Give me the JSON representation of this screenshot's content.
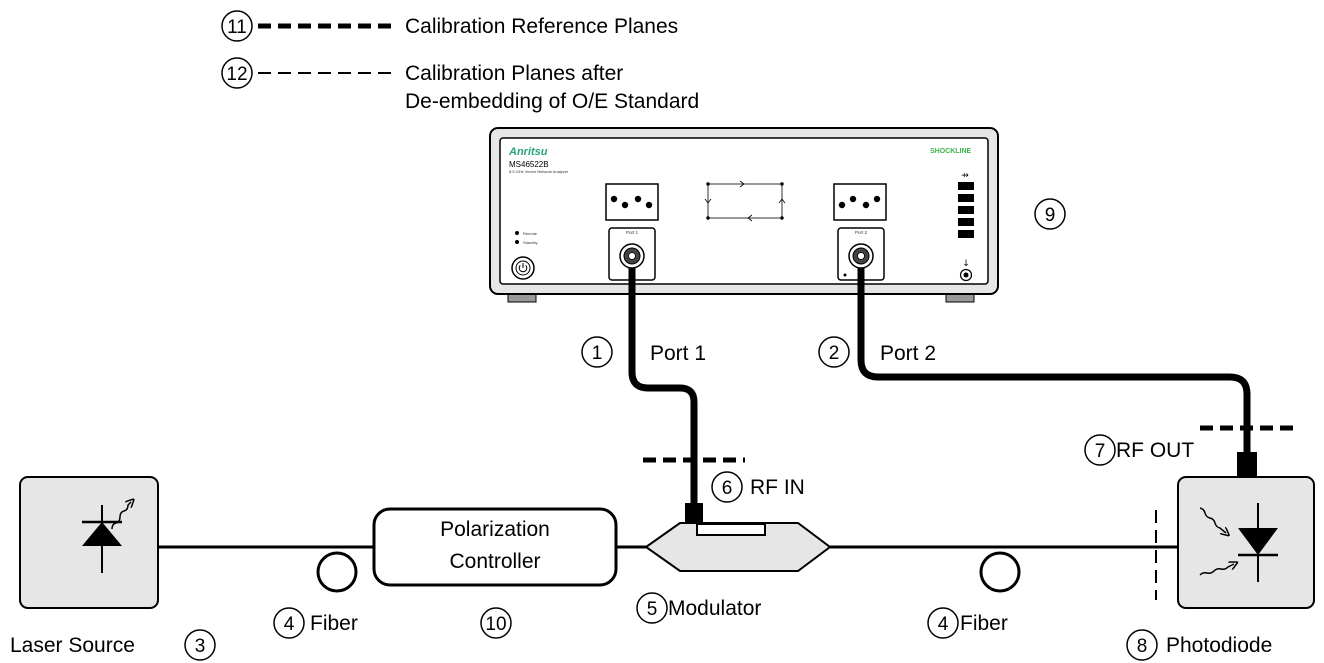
{
  "legend": {
    "items": [
      {
        "number": "11",
        "label": "Calibration Reference Planes"
      },
      {
        "number": "12",
        "label": "Calibration Planes after",
        "label_line2": "De-embedding of O/E Standard"
      }
    ]
  },
  "instrument": {
    "brand": "Anritsu",
    "model": "MS46522B",
    "subtitle": "8.5 GHz Vector Network Analyzer",
    "product_line": "SHOCKLINE",
    "remote_label": "Remote",
    "standby_label": "Standby",
    "port1_label": "Port 1",
    "port2_label": "Port 2",
    "callout_number": "9"
  },
  "cables": [
    {
      "number": "1",
      "label": "Port 1"
    },
    {
      "number": "2",
      "label": "Port 2"
    }
  ],
  "components": {
    "laser": {
      "number": "3",
      "label": "Laser Source"
    },
    "fiber_left": {
      "number": "4",
      "label": "Fiber"
    },
    "polarization_controller": {
      "number": "10",
      "label_line1": "Polarization",
      "label_line2": "Controller"
    },
    "modulator": {
      "number": "5",
      "label": "Modulator"
    },
    "rf_in": {
      "number": "6",
      "label": "RF IN"
    },
    "rf_out": {
      "number": "7",
      "label": "RF OUT"
    },
    "fiber_right": {
      "number": "4",
      "label": "Fiber"
    },
    "photodiode": {
      "number": "8",
      "label": "Photodiode"
    }
  },
  "colors": {
    "line": "#000000",
    "device_fill": "#e6e6e6",
    "panel_fill": "#ffffff",
    "brand_green": "#2aa27a",
    "shockline_green": "#3bb54a"
  }
}
